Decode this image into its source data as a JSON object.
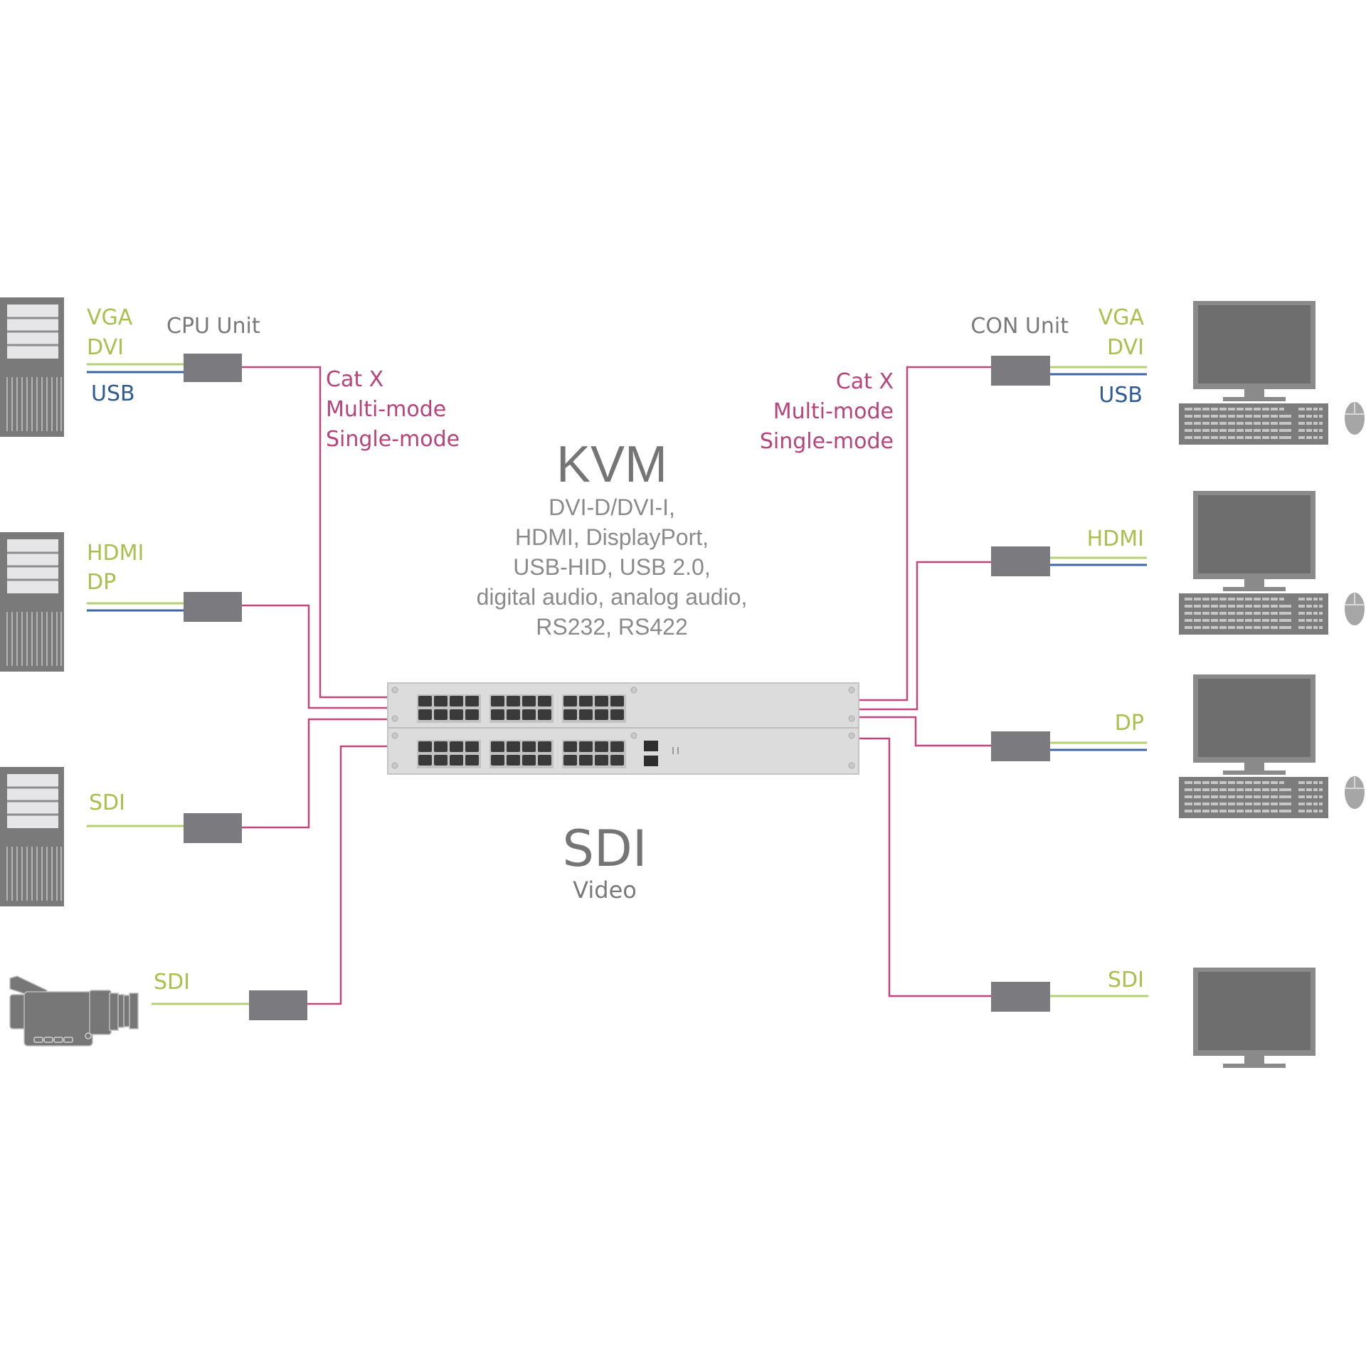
{
  "colors": {
    "video_line": "#b5cf76",
    "usb_line": "#3e64a3",
    "cat_line": "#c2467e",
    "device": "#777777",
    "extender": "#7b7b7f",
    "switch_body": "#dedede"
  },
  "left": {
    "cpu_unit_label": "CPU Unit",
    "cable_types": [
      "Cat X",
      "Multi-mode",
      "Single-mode"
    ],
    "sources": [
      {
        "icon": "computer-tower-icon",
        "video_labels": [
          "VGA",
          "DVI"
        ],
        "usb_label": "USB"
      },
      {
        "icon": "computer-tower-icon",
        "video_labels": [
          "HDMI",
          "DP"
        ],
        "usb_label": ""
      },
      {
        "icon": "computer-tower-icon",
        "video_labels": [
          "SDI"
        ],
        "usb_label": ""
      },
      {
        "icon": "video-camera-icon",
        "video_labels": [
          "SDI"
        ],
        "usb_label": ""
      }
    ]
  },
  "right": {
    "con_unit_label": "CON Unit",
    "cable_types": [
      "Cat X",
      "Multi-mode",
      "Single-mode"
    ],
    "sinks": [
      {
        "icon": "workstation-icon",
        "video_labels": [
          "VGA",
          "DVI"
        ],
        "usb_label": "USB"
      },
      {
        "icon": "workstation-icon",
        "video_labels": [
          "HDMI"
        ],
        "usb_label": ""
      },
      {
        "icon": "workstation-icon",
        "video_labels": [
          "DP"
        ],
        "usb_label": ""
      },
      {
        "icon": "monitor-icon",
        "video_labels": [
          "SDI"
        ],
        "usb_label": ""
      }
    ]
  },
  "center": {
    "kvm_title": "KVM",
    "kvm_signals": [
      "DVI-D/DVI-I,",
      "HDMI, DisplayPort,",
      "USB-HID, USB 2.0,",
      "digital audio, analog audio,",
      "RS232, RS422"
    ],
    "sdi_title": "SDI",
    "sdi_subtitle": "Video"
  },
  "switch": {
    "icon": "kvm-matrix-switch-icon",
    "port_groups_per_row": 3,
    "ports_per_group": 8
  }
}
